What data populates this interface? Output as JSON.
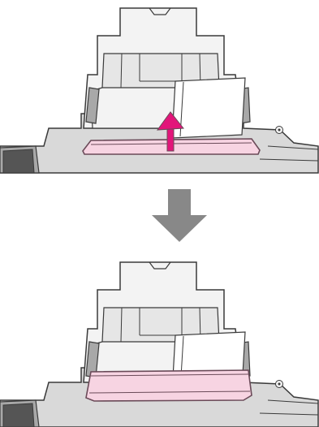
{
  "colors": {
    "outline": "#3a3a3a",
    "printer_light": "#f3f3f3",
    "printer_mid": "#d9d9d9",
    "printer_dark": "#a8a8a8",
    "support": "#e6e6e6",
    "paper": "#ffffff",
    "guard_fill": "#f7d4e2",
    "guard_stroke": "#6a4a58",
    "accent_arrow": "#e2157a",
    "down_arrow": "#888888",
    "screen": "#555555"
  },
  "icons": {
    "step_arrow": "arrow-down-icon",
    "lift_arrow": "curved-up-arrow-icon"
  },
  "panels": [
    {
      "name": "before",
      "feeder_guard_state": "open"
    },
    {
      "name": "after",
      "feeder_guard_state": "closed"
    }
  ]
}
